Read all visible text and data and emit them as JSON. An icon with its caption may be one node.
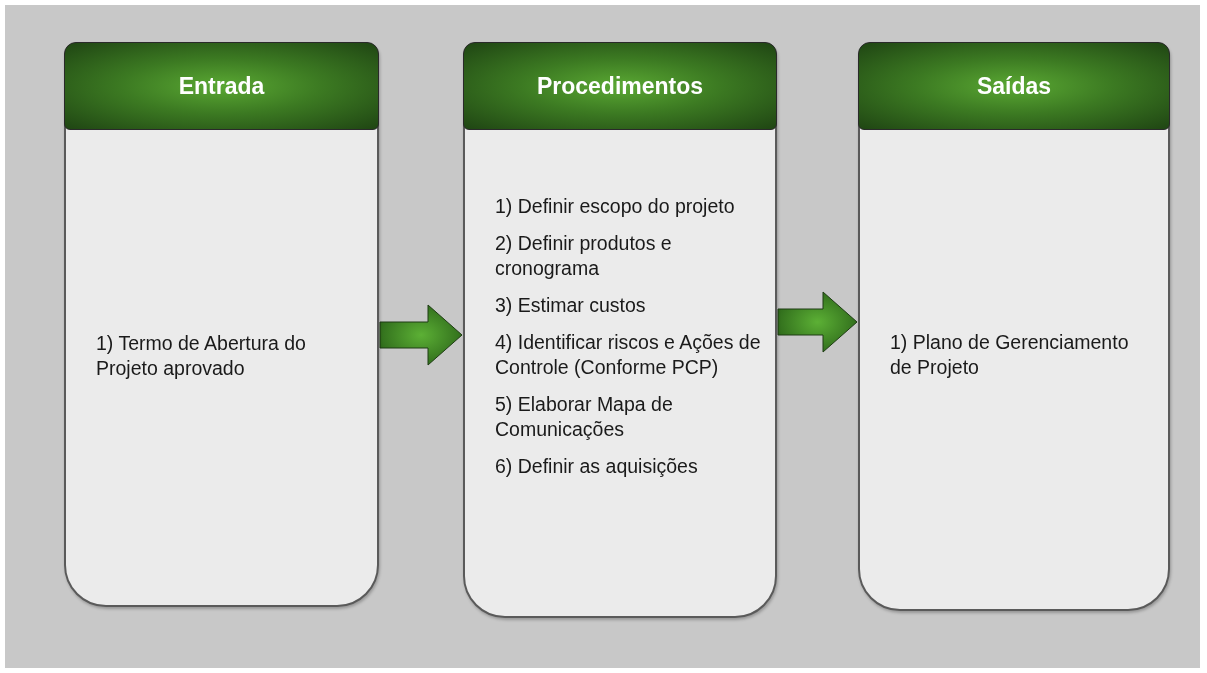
{
  "diagram": {
    "nodes": [
      {
        "text": [
          "Entrada",
          "1) Termo de Abertura do Projeto aprovado"
        ]
      },
      {
        "text": [
          "Procedimentos",
          "1) Definir escopo do projeto",
          "2) Definir produtos e cronograma",
          "3) Estimar custos",
          "4) Identificar riscos e Ações de Controle (Conforme PCP)",
          "5) Elaborar Mapa de Comunicações",
          "6) Definir as aquisições"
        ]
      },
      {
        "text": [
          "Saídas",
          "1) Plano de Gerenciamento de Projeto"
        ]
      }
    ],
    "edges": [
      {
        "from": 0,
        "to": 1,
        "arrow": "to"
      },
      {
        "from": 1,
        "to": 2,
        "arrow": "to"
      }
    ]
  }
}
